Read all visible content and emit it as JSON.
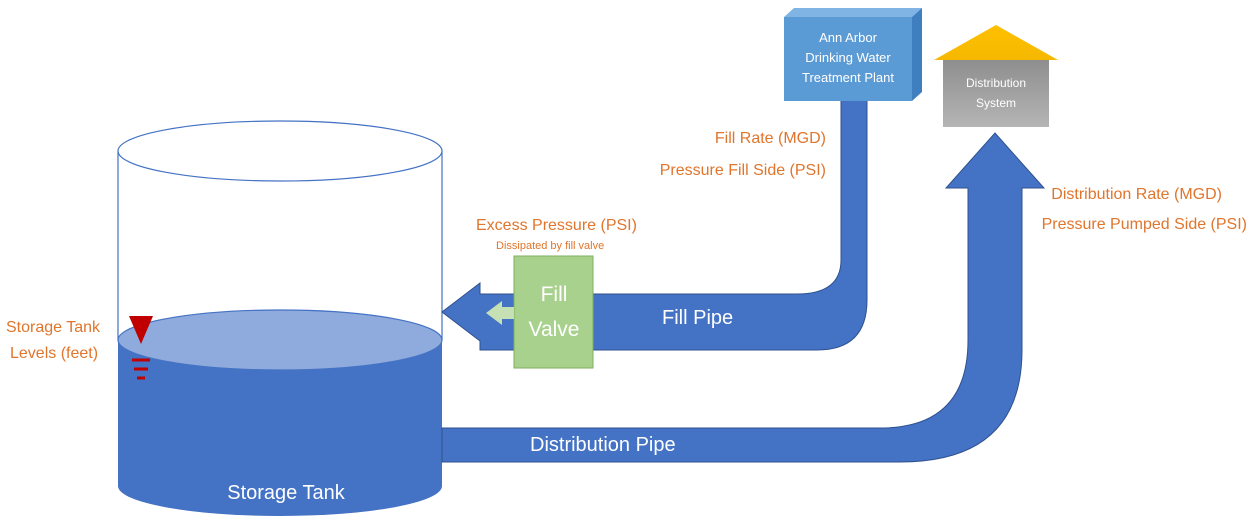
{
  "plant": {
    "line1": "Ann Arbor",
    "line2": "Drinking Water",
    "line3": "Treatment Plant"
  },
  "distribution_system": {
    "line1": "Distribution",
    "line2": "System"
  },
  "labels": {
    "fill_rate": "Fill Rate (MGD)",
    "pressure_fill": "Pressure Fill Side (PSI)",
    "distribution_rate": "Distribution Rate (MGD)",
    "pressure_pumped": "Pressure Pumped Side (PSI)",
    "excess_pressure": "Excess Pressure (PSI)",
    "dissipated": "Dissipated by fill valve",
    "fill_valve_line1": "Fill",
    "fill_valve_line2": "Valve",
    "fill_pipe": "Fill Pipe",
    "distribution_pipe": "Distribution Pipe",
    "storage_tank": "Storage Tank",
    "tank_levels_line1": "Storage Tank",
    "tank_levels_line2": "Levels (feet)"
  },
  "colors": {
    "pipe": "#4472C4",
    "water_surface": "#8FAADC",
    "plant_box": "#5B9BD5",
    "valve": "#A9D18E",
    "valve_arrow": "#C5E0B4",
    "roof": "#FFC000",
    "distribution_box": "#A5A5A5",
    "label_text": "#E0752D",
    "level_marker": "#C00000"
  }
}
